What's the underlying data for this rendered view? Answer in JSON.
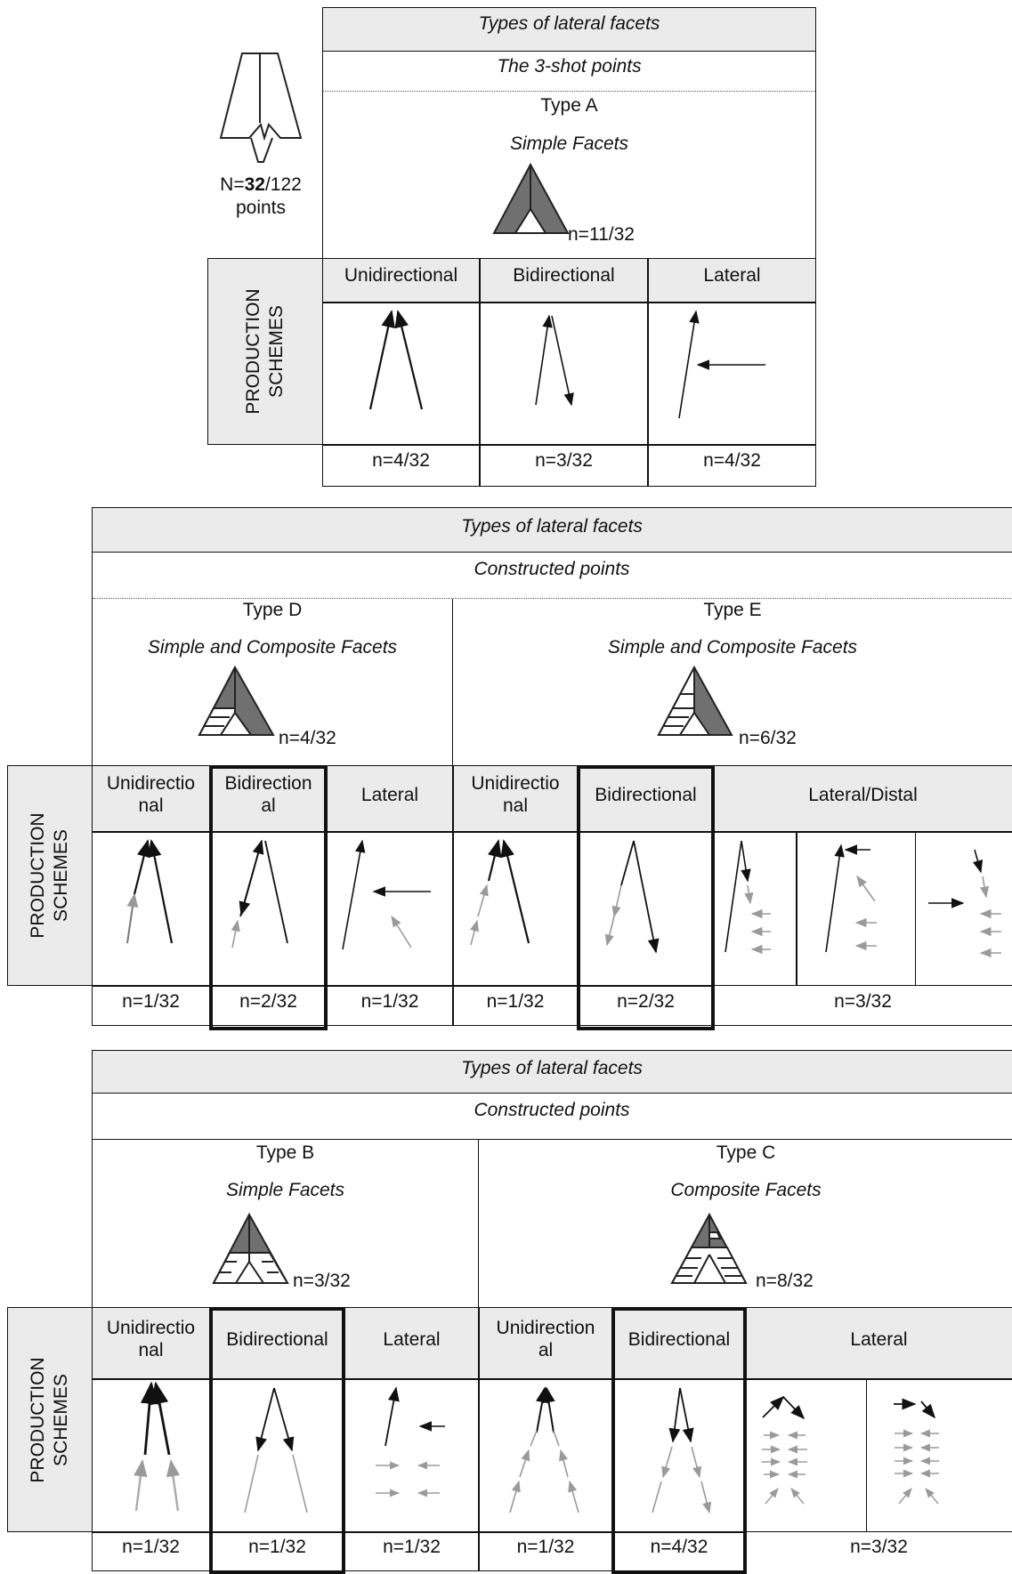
{
  "block1": {
    "header": "Types of lateral facets",
    "subheader": "The 3-shot points",
    "type_label": "Type A",
    "facet_label": "Simple Facets",
    "type_count": "n=11/32",
    "sample": {
      "prefix": "N=",
      "bold": "32",
      "suffix": "/122",
      "line2": "points"
    },
    "side_label": [
      "PRODUCTION",
      "SCHEMES"
    ],
    "schemes": [
      "Unidirectional",
      "Bidirectional",
      "Lateral"
    ],
    "counts": [
      "n=4/32",
      "n=3/32",
      "n=4/32"
    ]
  },
  "block2": {
    "header": "Types of lateral facets",
    "subheader": "Constructed points",
    "left": {
      "type_label": "Type D",
      "facet_label": "Simple and Composite Facets",
      "count": "n=4/32"
    },
    "right": {
      "type_label": "Type E",
      "facet_label": "Simple and Composite Facets",
      "count": "n=6/32"
    },
    "side_label": [
      "PRODUCTION",
      "SCHEMES"
    ],
    "schemes": [
      [
        "Unidirectio",
        "nal"
      ],
      [
        "Bidirection",
        "al"
      ],
      [
        "Lateral"
      ],
      [
        "Unidirectio",
        "nal"
      ],
      [
        "Bidirectional"
      ],
      [
        "Lateral/Distal"
      ]
    ],
    "counts": [
      "n=1/32",
      "n=2/32",
      "n=1/32",
      "n=1/32",
      "n=2/32",
      "n=3/32"
    ]
  },
  "block3": {
    "header": "Types of lateral facets",
    "subheader": "Constructed points",
    "left": {
      "type_label": "Type B",
      "facet_label": "Simple Facets",
      "count": "n=3/32"
    },
    "right": {
      "type_label": "Type C",
      "facet_label": "Composite Facets",
      "count": "n=8/32"
    },
    "side_label": [
      "PRODUCTION",
      "SCHEMES"
    ],
    "schemes": [
      [
        "Unidirectio",
        "nal"
      ],
      [
        "Bidirectional"
      ],
      [
        "Lateral"
      ],
      [
        "Unidirection",
        "al"
      ],
      [
        "Bidirectional"
      ],
      [
        "Lateral"
      ]
    ],
    "counts": [
      "n=1/32",
      "n=1/32",
      "n=1/32",
      "n=1/32",
      "n=4/32",
      "n=3/32"
    ]
  },
  "colors": {
    "header_bg": "#ebebeb",
    "facet_fill": "#707070",
    "arrow_dark": "#111111",
    "arrow_light": "#9a9a9a"
  }
}
